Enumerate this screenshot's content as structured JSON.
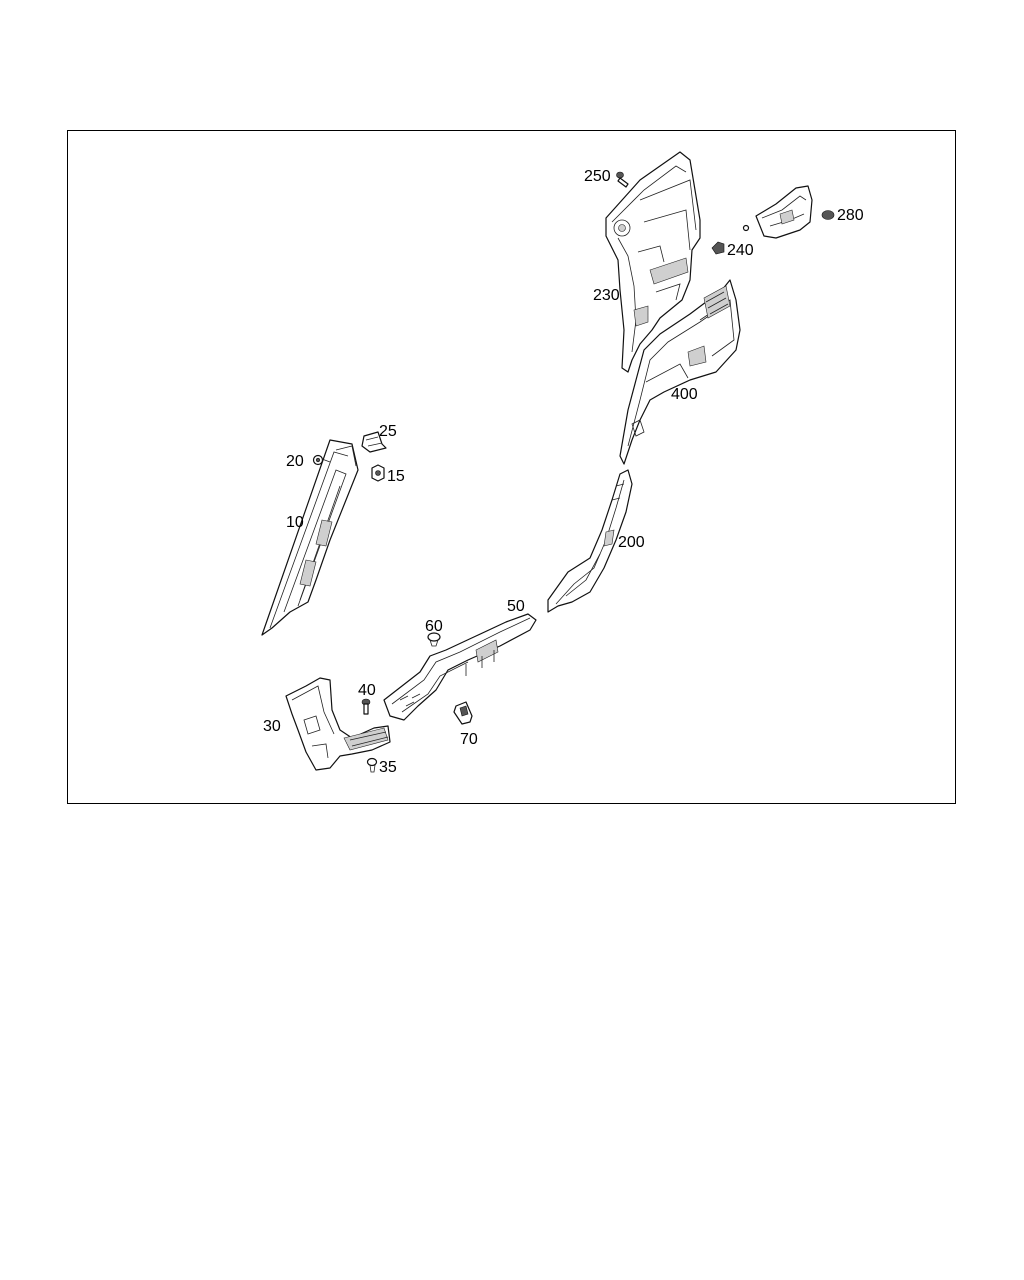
{
  "diagram": {
    "labels": {
      "p10": "10",
      "p15": "15",
      "p20": "20",
      "p25": "25",
      "p30": "30",
      "p35": "35",
      "p40": "40",
      "p50": "50",
      "p60": "60",
      "p70": "70",
      "p200": "200",
      "p230": "230",
      "p240": "240",
      "p250": "250",
      "p280": "280",
      "p400": "400"
    }
  }
}
